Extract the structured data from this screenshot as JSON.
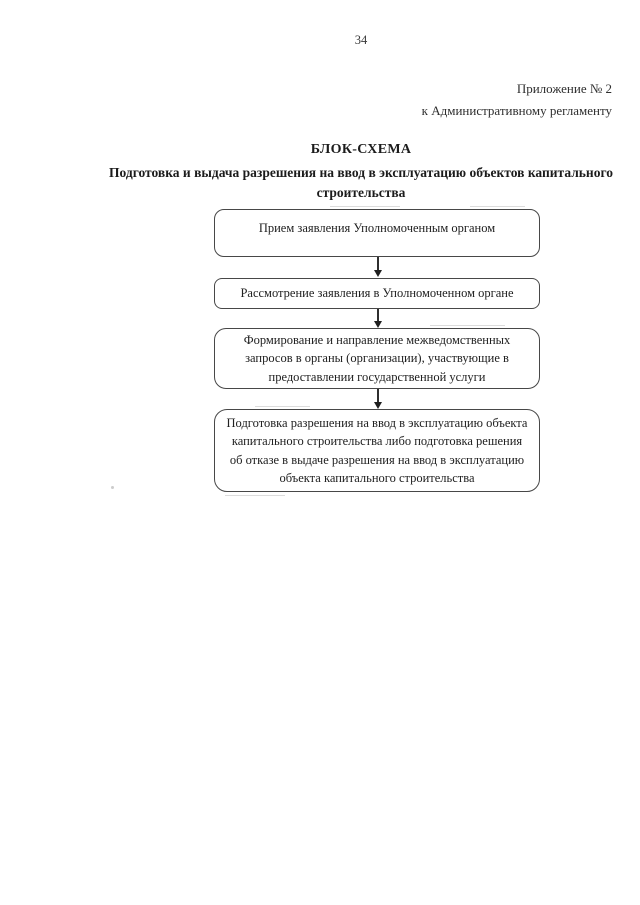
{
  "page": {
    "number": "34",
    "appendix_line1": "Приложение № 2",
    "appendix_line2": "к Административному регламенту",
    "title": "БЛОК-СХЕМА",
    "subtitle": "Подготовка и выдача разрешения на ввод в эксплуатацию объектов капитального строительства"
  },
  "flowchart": {
    "steps": [
      {
        "label": "Прием заявления Уполномоченным органом"
      },
      {
        "label": "Рассмотрение заявления в Уполномоченном органе"
      },
      {
        "label": "Формирование и направление межведомственных запросов в органы (организации), участвующие в предоставлении государственной услуги"
      },
      {
        "label": "Подготовка разрешения на ввод в эксплуатацию объекта капитального строительства либо подготовка решения об отказе в выдаче разрешения на ввод в эксплуатацию объекта капитального строительства"
      }
    ]
  },
  "colors": {
    "background": "#ffffff",
    "text": "#212121",
    "border": "#474747"
  }
}
